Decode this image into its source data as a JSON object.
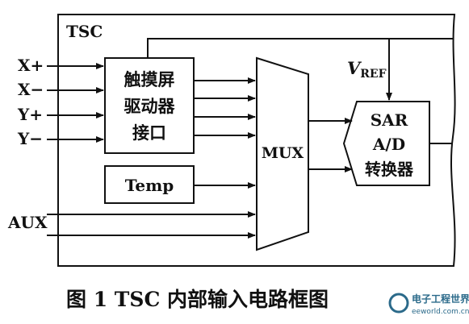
{
  "diagram": {
    "outer_block": {
      "label": "TSC"
    },
    "touch_driver": {
      "lines": [
        "触摸屏",
        "驱动器",
        "接口"
      ]
    },
    "temp_block": {
      "label": "Temp"
    },
    "mux_block": {
      "label": "MUX"
    },
    "adc_block": {
      "lines": [
        "SAR",
        "A/D",
        "转换器"
      ]
    },
    "vref": {
      "main": "V",
      "sub": "REF"
    },
    "inputs": [
      "X+",
      "X−",
      "Y+",
      "Y−"
    ],
    "aux_label": "AUX"
  },
  "caption": "图 1  TSC 内部输入电路框图",
  "watermark": {
    "line1": "电子工程世界",
    "line2": "eeworld.com.cn"
  }
}
